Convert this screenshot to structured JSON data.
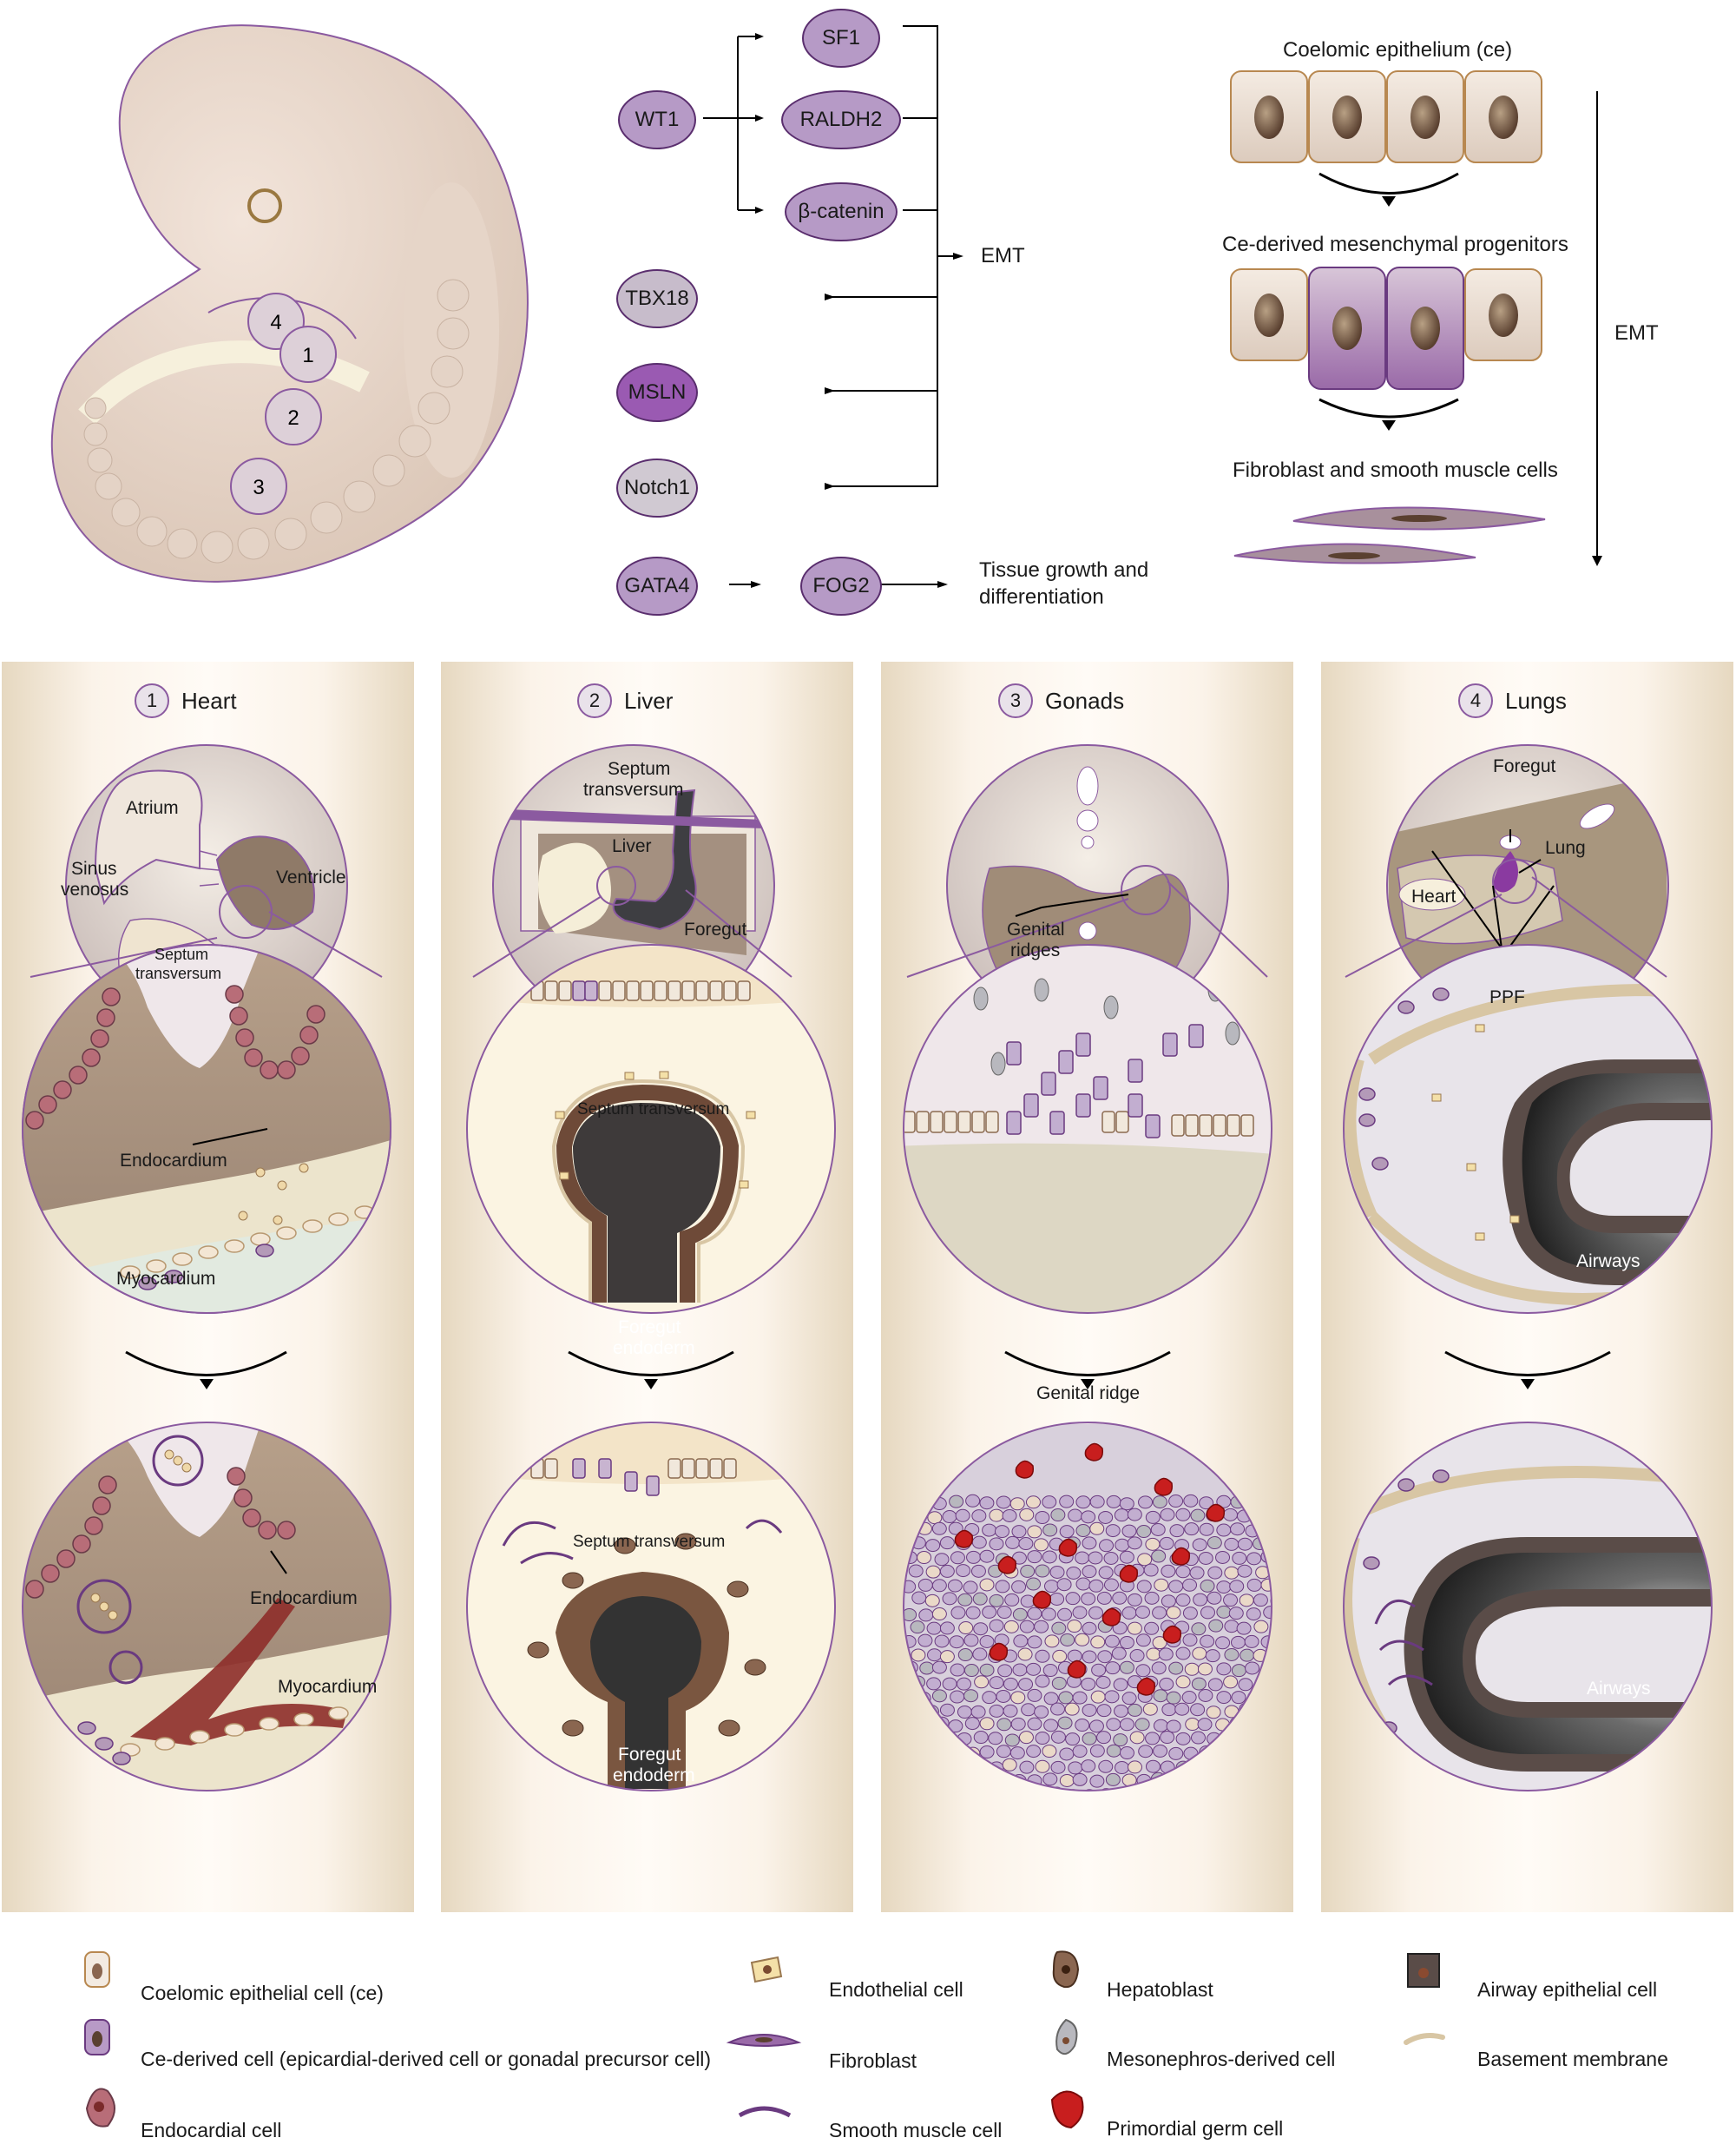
{
  "embryo": {
    "region_labels": [
      "4",
      "1",
      "2",
      "3"
    ]
  },
  "genes": {
    "wt1": "WT1",
    "sf1": "SF1",
    "raldh2": "RALDH2",
    "beta_catenin": "β-catenin",
    "tbx18": "TBX18",
    "msln": "MSLN",
    "notch1": "Notch1",
    "gata4": "GATA4",
    "fog2": "FOG2",
    "emt": "EMT",
    "tissue_growth_line1": "Tissue growth and",
    "tissue_growth_line2": "differentiation"
  },
  "emt_scheme": {
    "step1": "Coelomic epithelium (ce)",
    "step2": "Ce-derived mesenchymal progenitors",
    "step3": "Fibroblast and smooth muscle cells",
    "arrow_label": "EMT"
  },
  "panels": [
    {
      "number": "1",
      "title": "Heart",
      "labels": {
        "atrium": "Atrium",
        "sinus_venosus_1": "Sinus",
        "sinus_venosus_2": "venosus",
        "ventricle": "Ventricle",
        "septum_1": "Septum",
        "septum_2": "transversum",
        "endocardium": "Endocardium",
        "myocardium": "Myocardium",
        "endocardium_b": "Endocardium",
        "myocardium_b": "Myocardium"
      }
    },
    {
      "number": "2",
      "title": "Liver",
      "labels": {
        "septum_1": "Septum",
        "septum_2": "transversum",
        "liver": "Liver",
        "foregut": "Foregut",
        "septum_mid": "Septum transversum",
        "foregut_endoderm_1": "Foregut",
        "foregut_endoderm_2": "endoderm",
        "septum_bottom": "Septum transversum",
        "foregut_endoderm_b1": "Foregut",
        "foregut_endoderm_b2": "endoderm"
      }
    },
    {
      "number": "3",
      "title": "Gonads",
      "labels": {
        "genital_ridges_1": "Genital",
        "genital_ridges_2": "ridges",
        "genital_ridge": "Genital ridge"
      }
    },
    {
      "number": "4",
      "title": "Lungs",
      "labels": {
        "foregut": "Foregut",
        "lung": "Lung",
        "heart": "Heart",
        "ppf": "PPF",
        "airways": "Airways",
        "airways_b": "Airways"
      }
    }
  ],
  "legend": [
    {
      "icon": "coelomic-epithelial-cell-icon",
      "label": "Coelomic epithelial cell (ce)"
    },
    {
      "icon": "ce-derived-cell-icon",
      "label": "Ce-derived cell (epicardial-derived cell or gonadal precursor cell)"
    },
    {
      "icon": "endocardial-cell-icon",
      "label": "Endocardial cell"
    },
    {
      "icon": "endothelial-cell-icon",
      "label": "Endothelial cell"
    },
    {
      "icon": "fibroblast-icon",
      "label": "Fibroblast"
    },
    {
      "icon": "smooth-muscle-cell-icon",
      "label": "Smooth muscle cell"
    },
    {
      "icon": "hepatoblast-icon",
      "label": "Hepatoblast"
    },
    {
      "icon": "mesonephros-derived-cell-icon",
      "label": "Mesonephros-derived cell"
    },
    {
      "icon": "primordial-germ-cell-icon",
      "label": "Primordial germ cell"
    },
    {
      "icon": "airway-epithelial-cell-icon",
      "label": "Airway epithelial cell"
    },
    {
      "icon": "basement-membrane-icon",
      "label": "Basement membrane"
    }
  ],
  "colors": {
    "purple": "#8b5aa0",
    "purple_dark": "#5a2e6e",
    "tan": "#b8a48c",
    "cell_beige": "#ead9c8",
    "red": "#b81e1e",
    "panel_bg": "#f6ecdc"
  }
}
